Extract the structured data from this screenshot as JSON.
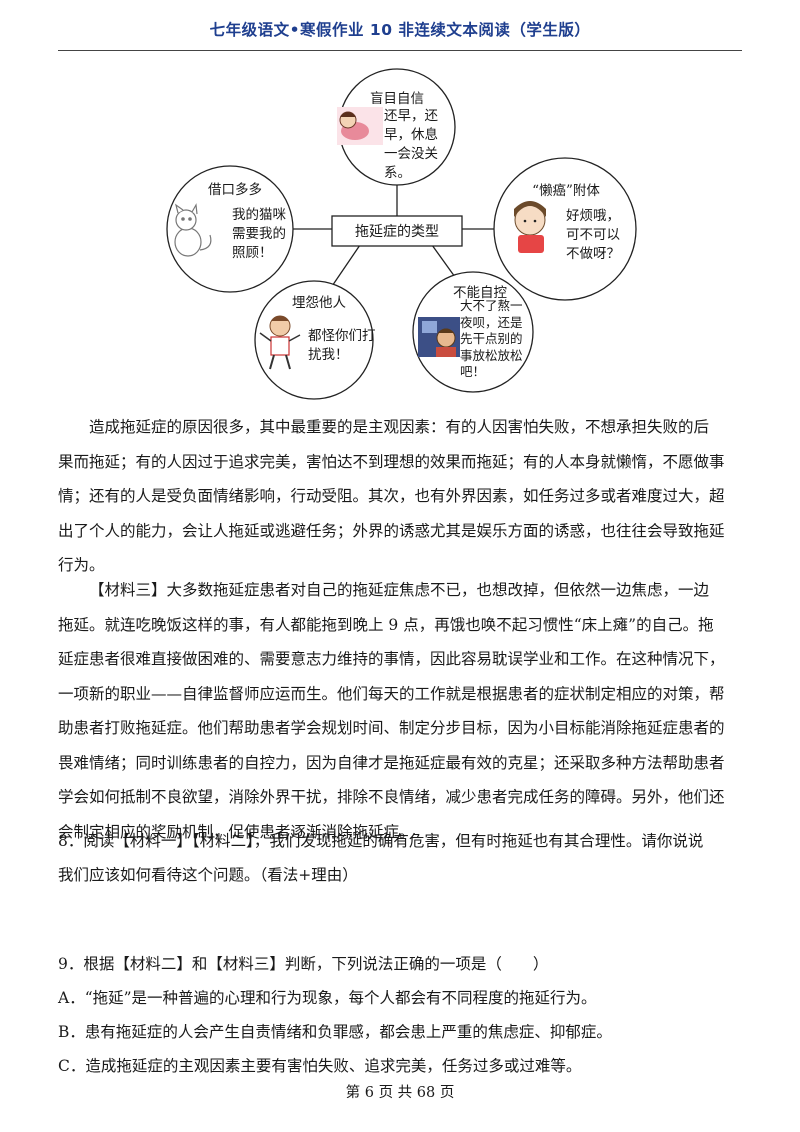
{
  "header": {
    "title": "七年级语文•寒假作业 10 非连续文本阅读（学生版）"
  },
  "diagram": {
    "center": "拖延症的类型",
    "nodes": {
      "top": {
        "title": "盲目自信",
        "lines": [
          "还早，还",
          "早，休息",
          "一会没关",
          "系。"
        ]
      },
      "left": {
        "title": "借口多多",
        "lines": [
          "我的猫咪",
          "需要我的",
          "照顾！"
        ]
      },
      "right": {
        "title": "“懒癌”附体",
        "lines": [
          "好烦哦，",
          "可不可以",
          "不做呀？"
        ]
      },
      "bottom_left": {
        "title": "埋怨他人",
        "lines": [
          "都怪你们打",
          "扰我！"
        ]
      },
      "bottom_right": {
        "title": "不能自控",
        "lines": [
          "大不了熬一",
          "夜呗，还是",
          "先干点别的",
          "事放松放松",
          "吧！"
        ]
      }
    }
  },
  "paragraphs": [
    {
      "lines": [
        "造成拖延症的原因很多，其中最重要的是主观因素：有的人因害怕失败，不想承担失败的后",
        "果而拖延；有的人因过于追求完美，害怕达不到理想的效果而拖延；有的人本身就懒惰，不愿做事",
        "情；还有的人是受负面情绪影响，行动受阻。其次，也有外界因素，如任务过多或者难度过大，超",
        "出了个人的能力，会让人拖延或逃避任务；外界的诱惑尤其是娱乐方面的诱惑，也往往会导致拖延",
        "行为。"
      ]
    },
    {
      "lines": [
        "【材料三】大多数拖延症患者对自己的拖延症焦虑不已，也想改掉，但依然一边焦虑，一边",
        "拖延。就连吃晚饭这样的事，有人都能拖到晚上 9 点，再饿也唤不起习惯性“床上瘫”的自己。拖",
        "延症患者很难直接做困难的、需要意志力维持的事情，因此容易耽误学业和工作。在这种情况下，",
        "一项新的职业——自律监督师应运而生。他们每天的工作就是根据患者的症状制定相应的对策，帮",
        "助患者打败拖延症。他们帮助患者学会规划时间、制定分步目标，因为小目标能消除拖延症患者的",
        "畏难情绪；同时训练患者的自控力，因为自律才是拖延症最有效的克星；还采取多种方法帮助患者",
        "学会如何抵制不良欲望，消除外界干扰，排除不良情绪，减少患者完成任务的障碍。另外，他们还",
        "会制定相应的奖励机制，促使患者逐渐消除拖延症。"
      ]
    }
  ],
  "questions": {
    "q8": {
      "lines": [
        "8．阅读【材料一】【材料二】，我们发现拖延的确有危害，但有时拖延也有其合理性。请你说说",
        "我们应该如何看待这个问题。（看法+理由）"
      ]
    },
    "q9": {
      "stem": "9．根据【材料二】和【材料三】判断，下列说法正确的一项是（　　）",
      "options": [
        "A．“拖延”是一种普遍的心理和行为现象，每个人都会有不同程度的拖延行为。",
        "B．患有拖延症的人会产生自责情绪和负罪感，都会患上严重的焦虑症、抑郁症。",
        "C．造成拖延症的主观因素主要有害怕失败、追求完美，任务过多或过难等。"
      ]
    }
  },
  "footer": {
    "page": "第 6 页 共 68 页"
  }
}
